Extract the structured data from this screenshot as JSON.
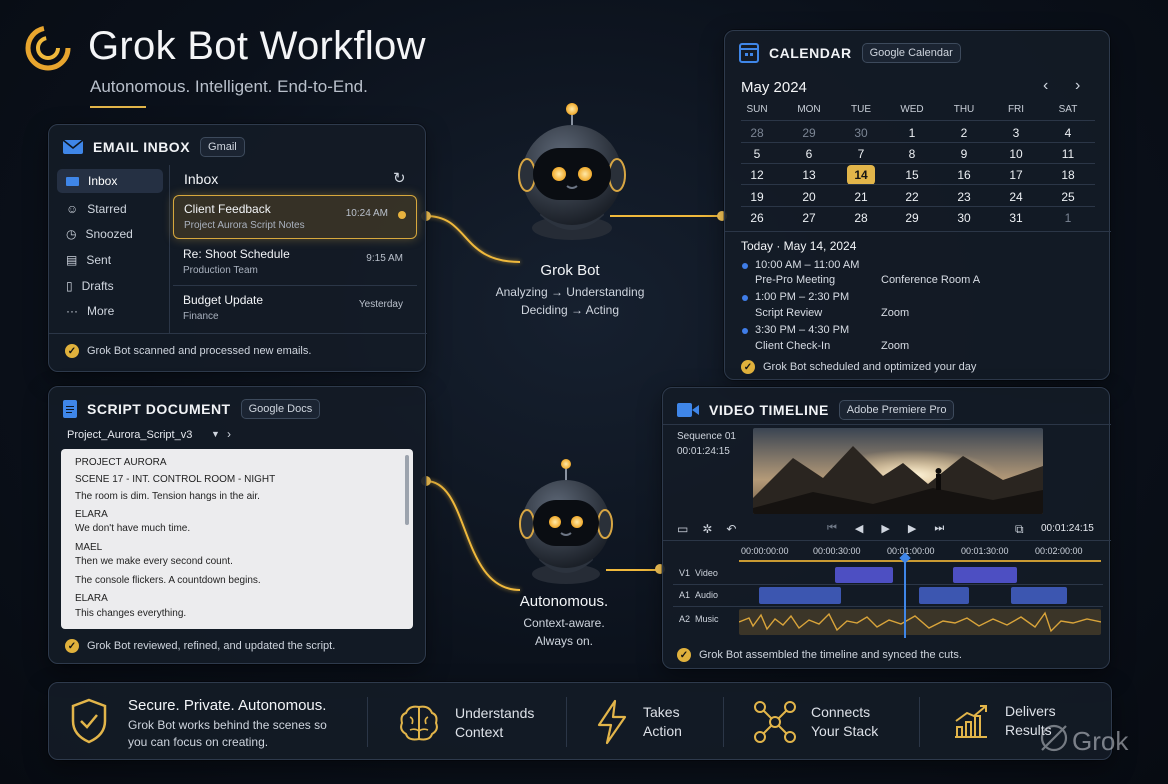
{
  "header": {
    "title": "Grok Bot Workflow",
    "subtitle": "Autonomous. Intelligent. End-to-End."
  },
  "email": {
    "title": "EMAIL INBOX",
    "chip": "Gmail",
    "pane_title": "Inbox",
    "folders": [
      {
        "label": "Inbox",
        "icon": "inbox-icon"
      },
      {
        "label": "Starred",
        "icon": "person-icon"
      },
      {
        "label": "Snoozed",
        "icon": "clock-icon"
      },
      {
        "label": "Sent",
        "icon": "document-icon"
      },
      {
        "label": "Drafts",
        "icon": "file-icon"
      },
      {
        "label": "More",
        "icon": "more-icon"
      }
    ],
    "messages": [
      {
        "subject": "Client Feedback",
        "preview": "Project Aurora Script Notes",
        "time": "10:24 AM"
      },
      {
        "subject": "Re: Shoot Schedule",
        "preview": "Production Team",
        "time": "9:15 AM"
      },
      {
        "subject": "Budget Update",
        "preview": "Finance",
        "time": "Yesterday"
      }
    ],
    "status": "Grok Bot scanned and processed new emails."
  },
  "robot1": {
    "name": "Grok Bot",
    "line1": "Analyzing → Understanding",
    "line2": "Deciding → Acting"
  },
  "robot2": {
    "name": "Autonomous.",
    "line1": "Context-aware.",
    "line2": "Always on."
  },
  "calendar": {
    "title": "CALENDAR",
    "chip": "Google Calendar",
    "month": "May 2024",
    "dow": [
      "SUN",
      "MON",
      "TUE",
      "WED",
      "THU",
      "FRI",
      "SAT"
    ],
    "weeks": [
      [
        "28",
        "29",
        "30",
        "1",
        "2",
        "3",
        "4"
      ],
      [
        "5",
        "6",
        "7",
        "8",
        "9",
        "10",
        "11"
      ],
      [
        "12",
        "13",
        "14",
        "15",
        "16",
        "17",
        "18"
      ],
      [
        "19",
        "20",
        "21",
        "22",
        "23",
        "24",
        "25"
      ],
      [
        "26",
        "27",
        "28",
        "29",
        "30",
        "31",
        "1"
      ]
    ],
    "today_label": "Today · May 14, 2024",
    "events": [
      {
        "time": "10:00 AM – 11:00 AM",
        "name": "Pre-Pro Meeting",
        "place": "Conference Room A"
      },
      {
        "time": "1:00 PM – 2:30 PM",
        "name": "Script Review",
        "place": "Zoom"
      },
      {
        "time": "3:30 PM – 4:30 PM",
        "name": "Client Check-In",
        "place": "Zoom"
      }
    ],
    "status": "Grok Bot scheduled and optimized your day"
  },
  "script": {
    "title": "SCRIPT DOCUMENT",
    "chip": "Google Docs",
    "file": "Project_Aurora_Script_v3",
    "lines": [
      "PROJECT AURORA",
      "SCENE 17 - INT. CONTROL ROOM - NIGHT",
      "The room is dim. Tension hangs in the air.",
      "ELARA",
      "We don't have much time.",
      "MAEL",
      "Then we make every second count.",
      "The console flickers. A countdown begins.",
      "ELARA",
      "This changes everything."
    ],
    "status": "Grok Bot reviewed, refined, and updated the script."
  },
  "video": {
    "title": "VIDEO TIMELINE",
    "chip": "Adobe Premiere Pro",
    "sequence": "Sequence 01",
    "timecode": "00:01:24:15",
    "timecode2": "00:01:24:15",
    "ruler": [
      "00:00:00:00",
      "00:00:30:00",
      "00:01:00:00",
      "00:01:30:00",
      "00:02:00:00"
    ],
    "tracks": [
      {
        "id": "V1",
        "name": "Video"
      },
      {
        "id": "A1",
        "name": "Audio"
      },
      {
        "id": "A2",
        "name": "Music"
      }
    ],
    "status": "Grok Bot assembled the timeline and synced the cuts."
  },
  "footer": {
    "headline": "Secure. Private. Autonomous.",
    "desc1": "Grok Bot works behind the scenes so",
    "desc2": "you can focus on creating.",
    "features": [
      {
        "l1": "Understands",
        "l2": "Context"
      },
      {
        "l1": "Takes",
        "l2": "Action"
      },
      {
        "l1": "Connects",
        "l2": "Your Stack"
      },
      {
        "l1": "Delivers",
        "l2": "Results"
      }
    ],
    "watermark": "Grok"
  },
  "colors": {
    "accent": "#e2b54a",
    "blue": "#3f7de8",
    "panel": "#141b26"
  }
}
